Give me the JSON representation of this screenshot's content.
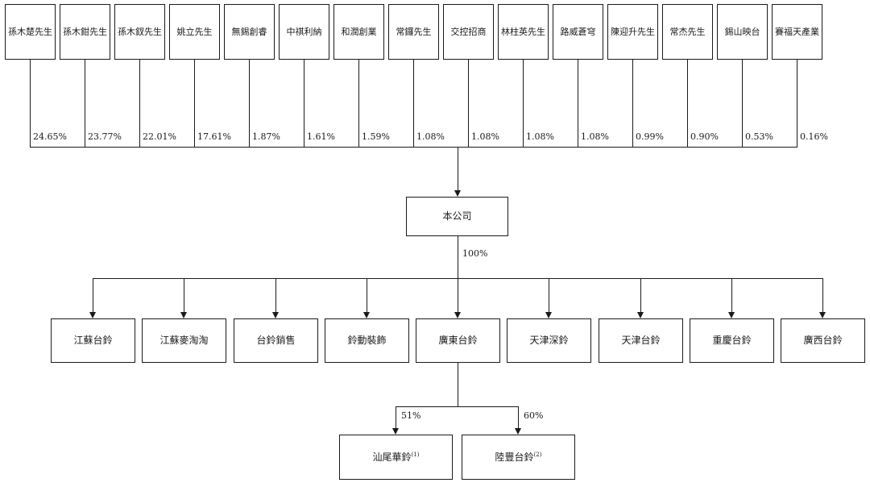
{
  "diagram": {
    "company_label": "本公司",
    "company_ownership_pct": "100%",
    "line_color": "#1a1a1a",
    "background_color": "#ffffff",
    "shareholders": [
      {
        "name": "孫木楚先生",
        "pct": "24.65%"
      },
      {
        "name": "孫木鉗先生",
        "pct": "23.77%"
      },
      {
        "name": "孫木釵先生",
        "pct": "22.01%"
      },
      {
        "name": "姚立先生",
        "pct": "17.61%"
      },
      {
        "name": "無錫創睿",
        "pct": "1.87%"
      },
      {
        "name": "中祺利納",
        "pct": "1.61%"
      },
      {
        "name": "和潤創業",
        "pct": "1.59%"
      },
      {
        "name": "常鑼先生",
        "pct": "1.08%"
      },
      {
        "name": "交控招商",
        "pct": "1.08%"
      },
      {
        "name": "林柱英先生",
        "pct": "1.08%"
      },
      {
        "name": "路威蒼穹",
        "pct": "1.08%"
      },
      {
        "name": "陳迎升先生",
        "pct": "0.99%"
      },
      {
        "name": "常杰先生",
        "pct": "0.90%"
      },
      {
        "name": "錫山映台",
        "pct": "0.53%"
      },
      {
        "name": "賽福天產業",
        "pct": "0.16%"
      }
    ],
    "subsidiaries": [
      "江蘇台鈴",
      "江蘇麥淘淘",
      "台鈴銷售",
      "鈴動裝飾",
      "廣東台鈴",
      "天津深鈴",
      "天津台鈴",
      "重慶台鈴",
      "廣西台鈴"
    ],
    "sub_subsidiaries": [
      {
        "name": "汕尾華鈴",
        "note": "(1)",
        "pct": "51%"
      },
      {
        "name": "陸豐台鈴",
        "note": "(2)",
        "pct": "60%"
      }
    ]
  }
}
